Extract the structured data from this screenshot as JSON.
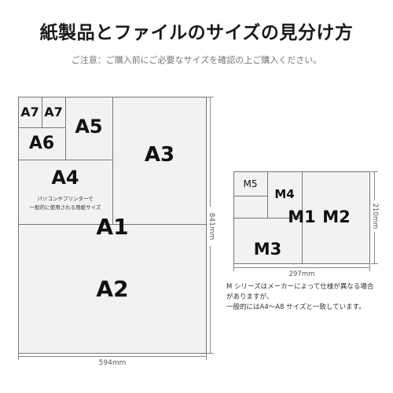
{
  "header": {
    "title": "紙製品とファイルのサイズの見分け方",
    "note": "ご注意：ご購入前にご必要なサイズを確認の上ご購入ください。"
  },
  "a_series": {
    "labels": {
      "a7_left": "A7",
      "a7_right": "A7",
      "a6": "A6",
      "a5": "A5",
      "a4": "A4",
      "a3": "A3",
      "a1": "A1",
      "a2": "A2"
    },
    "a4_caption_line1": "パソコンやプリンターで",
    "a4_caption_line2": "一般的に使用される用紙サイズ",
    "width_label": "594mm",
    "height_label": "841mm"
  },
  "m_series": {
    "labels": {
      "m5": "M5",
      "m4": "M4",
      "m1": "M1",
      "m2": "M2",
      "m3": "M3"
    },
    "width_label": "297mm",
    "height_label": "210mm",
    "note_line1": "M シリーズはメーカーによって仕様が異なる場合",
    "note_line2": "がありますが、",
    "note_line3": "一般的にはA4～A8 サイズと一致しています。"
  }
}
